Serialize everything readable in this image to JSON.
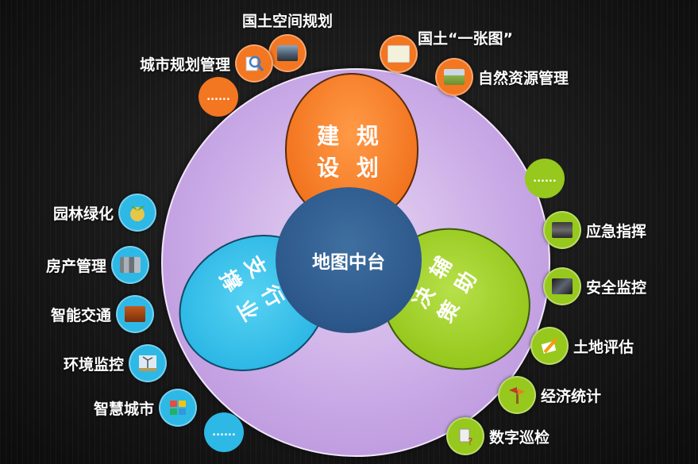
{
  "center": {
    "label": "地图中台"
  },
  "lobes": {
    "orange": {
      "line1": "建 规",
      "line2": "设 划"
    },
    "blue": {
      "line1": "支 行",
      "line2": "撑 业"
    },
    "green": {
      "line1": "决 辅",
      "line2": "策 助"
    }
  },
  "top_nodes": [
    {
      "label": "国土空间规划",
      "icon": "railway-photo-icon"
    },
    {
      "label": "城市规划管理",
      "icon": "magnifier-document-icon"
    },
    {
      "label": "国土“一张图”",
      "icon": "map-icon"
    },
    {
      "label": "自然资源管理",
      "icon": "farmland-photo-icon"
    }
  ],
  "left_nodes": [
    {
      "label": "园林绿化",
      "icon": "globe-plant-icon"
    },
    {
      "label": "房产管理",
      "icon": "buildings-photo-icon"
    },
    {
      "label": "智能交通",
      "icon": "traffic-photo-icon"
    },
    {
      "label": "环境监控",
      "icon": "wind-turbine-icon"
    },
    {
      "label": "智慧城市",
      "icon": "city-grid-icon"
    }
  ],
  "right_nodes": [
    {
      "label": "应急指挥",
      "icon": "command-room-icon"
    },
    {
      "label": "安全监控",
      "icon": "cctv-screen-icon"
    },
    {
      "label": "土地评估",
      "icon": "pencil-paper-icon"
    },
    {
      "label": "经济统计",
      "icon": "signpost-icon"
    },
    {
      "label": "数字巡检",
      "icon": "inspection-icon"
    }
  ],
  "more": "......",
  "colors": {
    "orange": "#f37621",
    "blue": "#2eb8e6",
    "green": "#96c81d",
    "center": "#2c578a",
    "purple": "#c9a9e6"
  }
}
